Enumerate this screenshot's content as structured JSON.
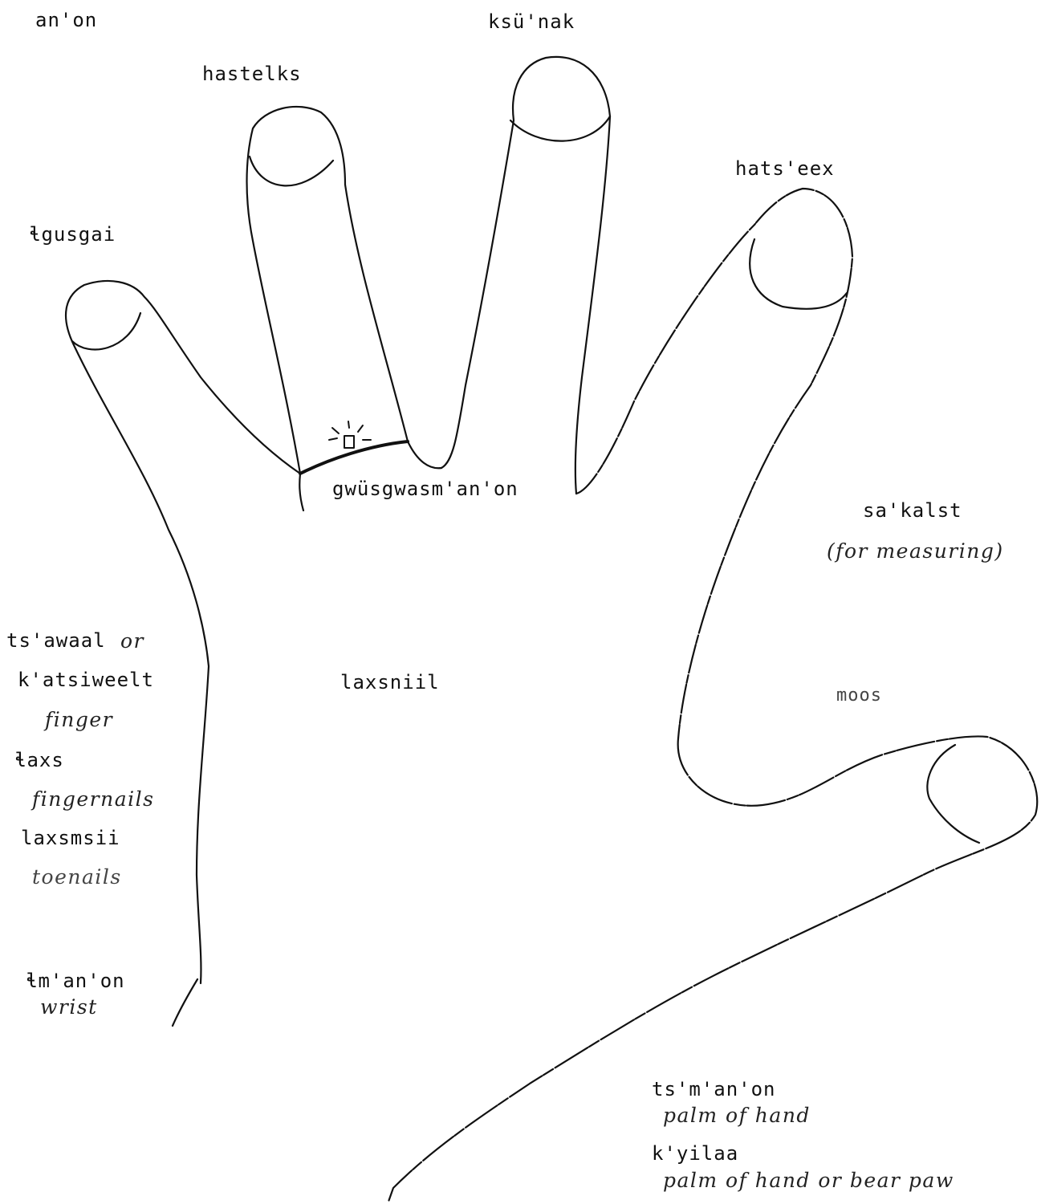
{
  "hand": {
    "whole_hand": "an'on",
    "little_finger": "ɬgusgai",
    "ring_finger": "hastelks",
    "middle_finger": "ksü'nak",
    "index_finger": "hats'eex",
    "ring": "gwüsgwasm'an'on",
    "back_of_hand": "laxsniil",
    "measuring_term": "sa'kalst",
    "measuring_gloss": "(for measuring)",
    "thumb": "moos",
    "finger_term_1": "ts'awaal",
    "finger_or": "or",
    "finger_term_2": "k'atsiweelt",
    "finger_gloss": "finger",
    "fingernails_term": "ɬaxs",
    "fingernails_gloss": "fingernails",
    "toenails_term": "laxsmsii",
    "toenails_gloss": "toenails",
    "wrist_term": "ɬm'an'on",
    "wrist_gloss": "wrist",
    "palm_term_1": "ts'm'an'on",
    "palm_gloss_1": "palm of hand",
    "palm_term_2": "k'yilaa",
    "palm_gloss_2": "palm of hand or bear paw"
  },
  "colors": {
    "ink": "#111111",
    "paper": "#ffffff"
  }
}
